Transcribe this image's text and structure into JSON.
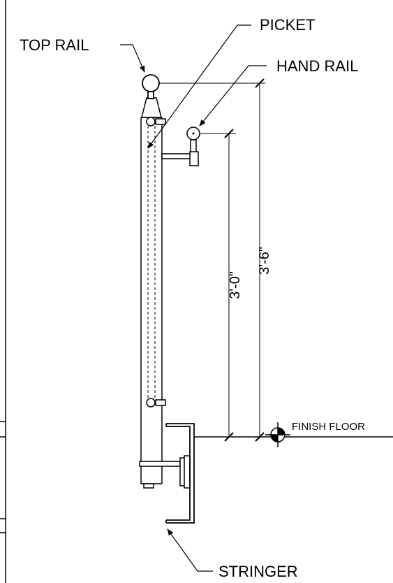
{
  "labels": {
    "top_rail": "TOP RAIL",
    "picket": "PICKET",
    "hand_rail": "HAND RAIL",
    "finish_floor": "FINISH FLOOR",
    "stringer": "STRINGER"
  },
  "dimensions": {
    "hand_rail_height": "3'-0\"",
    "top_rail_height": "3'-6\""
  }
}
